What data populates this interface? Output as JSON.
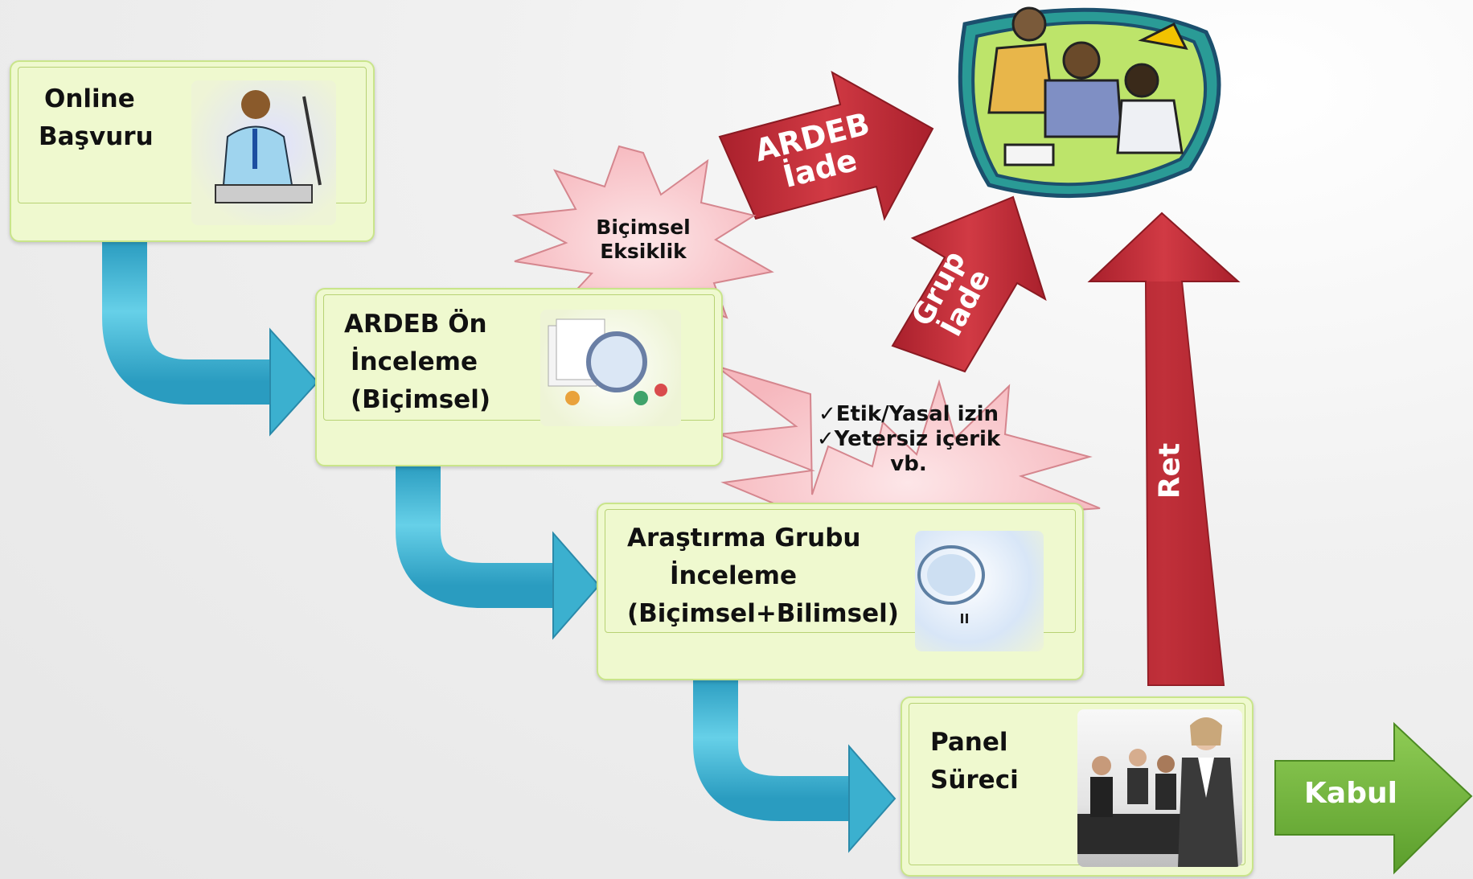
{
  "steps": {
    "online": {
      "line1": "Online",
      "line2": "Başvuru"
    },
    "on_inceleme": {
      "line1": "ARDEB Ön",
      "line2": "İnceleme",
      "line3": "(Biçimsel)"
    },
    "grup_inceleme": {
      "line1": "Araştırma Grubu",
      "line2": "İnceleme",
      "line3": "(Biçimsel+Bilimsel)"
    },
    "panel": {
      "line1": "Panel",
      "line2": "Süreci"
    }
  },
  "bursts": {
    "bicimsel": {
      "line1": "Biçimsel",
      "line2": "Eksiklik"
    },
    "etik": {
      "line1": "✓Etik/Yasal izin",
      "line2": "✓Yetersiz içerik",
      "line3": "vb."
    }
  },
  "arrows": {
    "ardeb_iade": {
      "line1": "ARDEB",
      "line2": "İade"
    },
    "grup_iade": {
      "line1": "Grup",
      "line2": "İade"
    },
    "ret": "Ret",
    "kabul": "Kabul"
  },
  "colors": {
    "step_fill": "#eff9cf",
    "connector": "#3bb0cf",
    "reject_arrow": "#c0303a",
    "accept_arrow": "#74b83a",
    "burst_fill": "#fbd3d6"
  }
}
